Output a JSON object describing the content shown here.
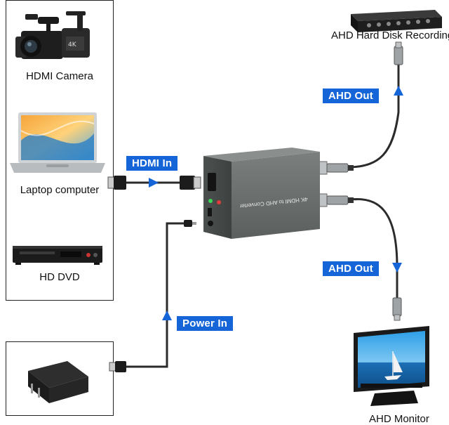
{
  "sources": {
    "camera_label": "HDMI Camera",
    "laptop_label": "Laptop computer",
    "dvd_label": "HD DVD"
  },
  "tags": {
    "hdmi_in": "HDMI In",
    "ahd_out_top": "AHD Out",
    "ahd_out_bottom": "AHD Out",
    "power_in": "Power In"
  },
  "converter": {
    "title": "4K HDMI to AHD Converter"
  },
  "outputs": {
    "recorder_label": "AHD Hard Disk Recording",
    "monitor_label": "AHD Monitor"
  },
  "colors": {
    "tag_blue": "#1565d8",
    "cable": "#2b2b2b",
    "device_gray": "#5a5e5c"
  }
}
